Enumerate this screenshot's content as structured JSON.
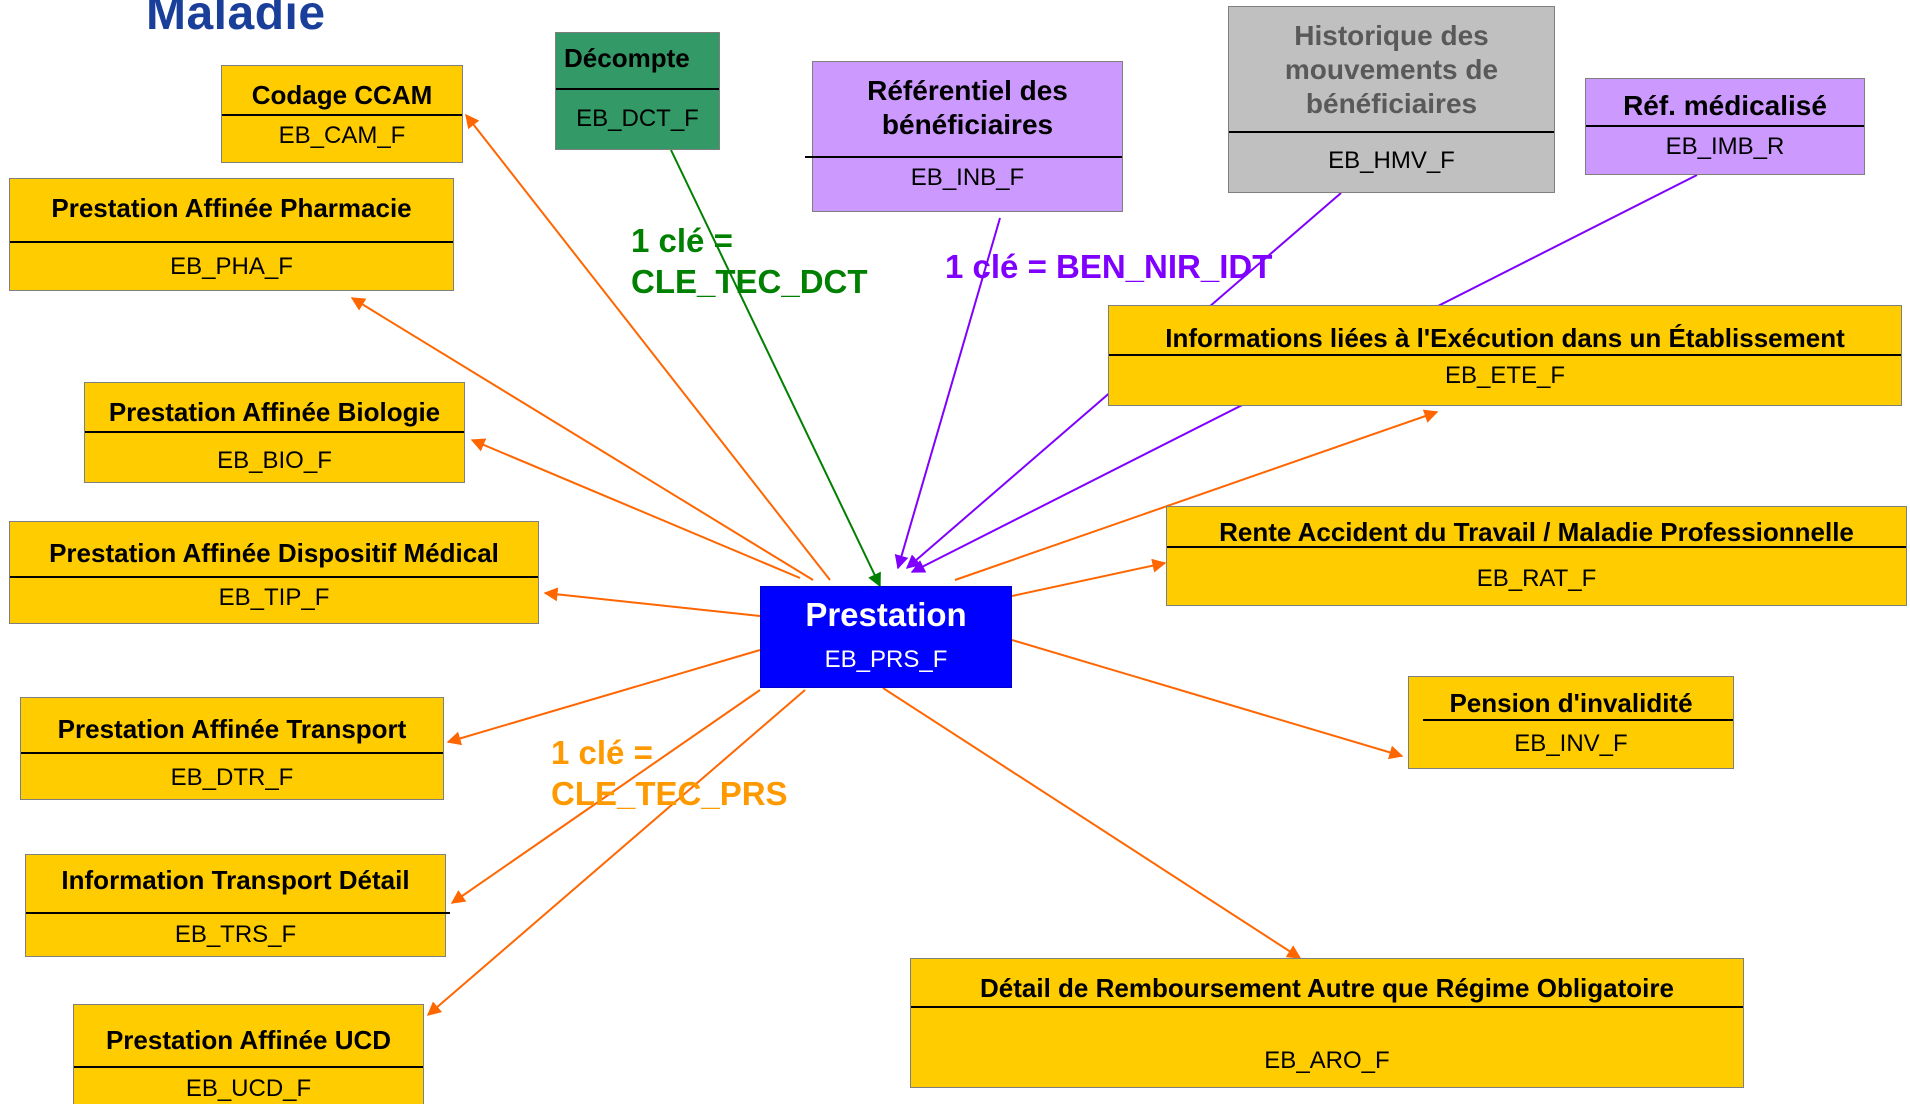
{
  "brand": {
    "text": "Maladie",
    "color": "#1a3f9a"
  },
  "colors": {
    "table_fill": "#ffcc00",
    "center_fill": "#0000ff",
    "decompte_fill": "#339966",
    "beneficiaire_fill": "#cc99ff",
    "historique_fill": "#c0c0c0",
    "orange_arrow": "#ff6600",
    "green_arrow": "#008000",
    "purple_arrow": "#7f00ff"
  },
  "center": {
    "title": "Prestation",
    "code": "EB_PRS_F"
  },
  "tables": {
    "ccam": {
      "title": "Codage CCAM",
      "code": "EB_CAM_F"
    },
    "pha": {
      "title": "Prestation Affinée Pharmacie",
      "code": "EB_PHA_F"
    },
    "bio": {
      "title": "Prestation Affinée Biologie",
      "code": "EB_BIO_F"
    },
    "tip": {
      "title": "Prestation Affinée Dispositif Médical",
      "code": "EB_TIP_F"
    },
    "dtr": {
      "title": "Prestation Affinée Transport",
      "code": "EB_DTR_F"
    },
    "trs": {
      "title": "Information Transport Détail",
      "code": "EB_TRS_F"
    },
    "ucd": {
      "title": "Prestation Affinée UCD",
      "code": "EB_UCD_F"
    },
    "dct": {
      "title": "Décompte",
      "code": "EB_DCT_F"
    },
    "inb": {
      "title": "Référentiel des bénéficiaires",
      "code": "EB_INB_F"
    },
    "hmv": {
      "title": "Historique des mouvements de bénéficiaires",
      "code": "EB_HMV_F"
    },
    "imb": {
      "title": "Réf. médicalisé",
      "code": "EB_IMB_R"
    },
    "ete": {
      "title": "Informations liées à l'Exécution dans un Établissement",
      "code": "EB_ETE_F"
    },
    "rat": {
      "title": "Rente Accident du Travail / Maladie Professionnelle",
      "code": "EB_RAT_F"
    },
    "inv": {
      "title": "Pension d'invalidité",
      "code": "EB_INV_F"
    },
    "aro": {
      "title": "Détail de Remboursement Autre que Régime Obligatoire",
      "code": "EB_ARO_F"
    }
  },
  "keys": {
    "dct": {
      "line1": "1 clé =",
      "line2": "CLE_TEC_DCT",
      "color": "#008000"
    },
    "ben": {
      "text": "1 clé = BEN_NIR_IDT",
      "color": "#7f00ff"
    },
    "prs": {
      "line1": "1 clé =",
      "line2": "CLE_TEC_PRS",
      "color": "#ff9900"
    }
  }
}
